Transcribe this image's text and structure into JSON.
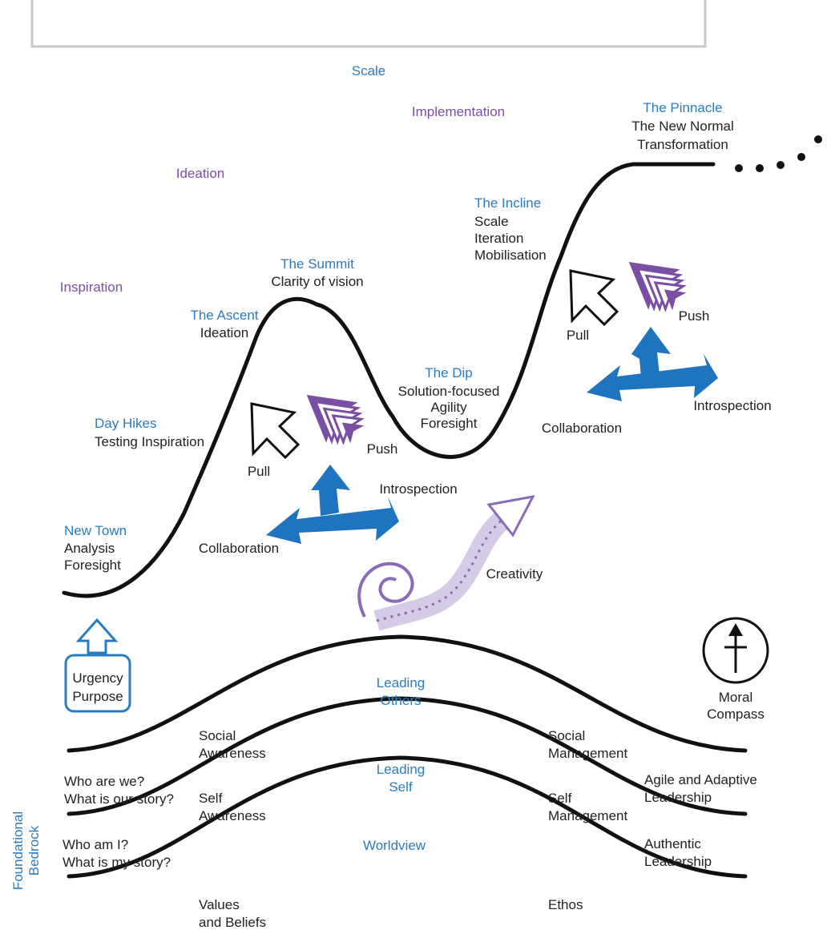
{
  "colors": {
    "heading": "#2a7bbf",
    "phase": "#7a4fa3",
    "body": "#222222",
    "arrow": "#1f74bf",
    "creativity": "#8a6bb8"
  },
  "phases": {
    "scale": "Scale",
    "implementation": "Implementation",
    "ideation": "Ideation",
    "inspiration": "Inspiration"
  },
  "stages": {
    "pinnacle": {
      "title": "The Pinnacle",
      "line1": "The New Normal",
      "line2": "Transformation"
    },
    "incline": {
      "title": "The Incline",
      "line1": "Scale",
      "line2": "Iteration",
      "line3": "Mobilisation"
    },
    "summit": {
      "title": "The Summit",
      "line1": "Clarity of vision"
    },
    "ascent": {
      "title": "The Ascent",
      "line1": "Ideation"
    },
    "dip": {
      "title": "The Dip",
      "line1": "Solution-focused",
      "line2": "Agility",
      "line3": "Foresight"
    },
    "dayhikes": {
      "title": "Day Hikes",
      "line1": "Testing Inspiration"
    },
    "newtown": {
      "title": "New Town",
      "line1": "Analysis",
      "line2": "Foresight"
    }
  },
  "forces": {
    "pull": "Pull",
    "push": "Push",
    "introspection": "Introspection",
    "collaboration": "Collaboration",
    "pull2": "Pull",
    "push2": "Push",
    "introspection2": "Introspection",
    "collaboration2": "Collaboration",
    "creativity": "Creativity"
  },
  "drivers": {
    "urgency": "Urgency",
    "purpose": "Purpose",
    "moral1": "Moral",
    "moral2": "Compass"
  },
  "layers": {
    "leading_others_1": "Leading",
    "leading_others_2": "Others",
    "leading_self_1": "Leading",
    "leading_self_2": "Self",
    "worldview": "Worldview",
    "social_awareness_1": "Social",
    "social_awareness_2": "Awareness",
    "social_management_1": "Social",
    "social_management_2": "Management",
    "who_we_1": "Who are we?",
    "who_we_2": "What is our story?",
    "agile_1": "Agile and Adaptive",
    "agile_2": "Leadership",
    "self_awareness_1": "Self",
    "self_awareness_2": "Awareness",
    "self_management_1": "Self",
    "self_management_2": "Management",
    "who_i_1": "Who am I?",
    "who_i_2": "What is my story?",
    "authentic_1": "Authentic",
    "authentic_2": "Leadership",
    "values_1": "Values",
    "values_2": "and Beliefs",
    "ethos": "Ethos",
    "bedrock_1": "Foundational",
    "bedrock_2": "Bedrock"
  },
  "icons": [
    "outline-arrow-icon",
    "chevron-arrow-icon",
    "double-headed-arrow-icon",
    "spiral-arrow-icon",
    "compass-icon",
    "up-arrow-icon"
  ]
}
